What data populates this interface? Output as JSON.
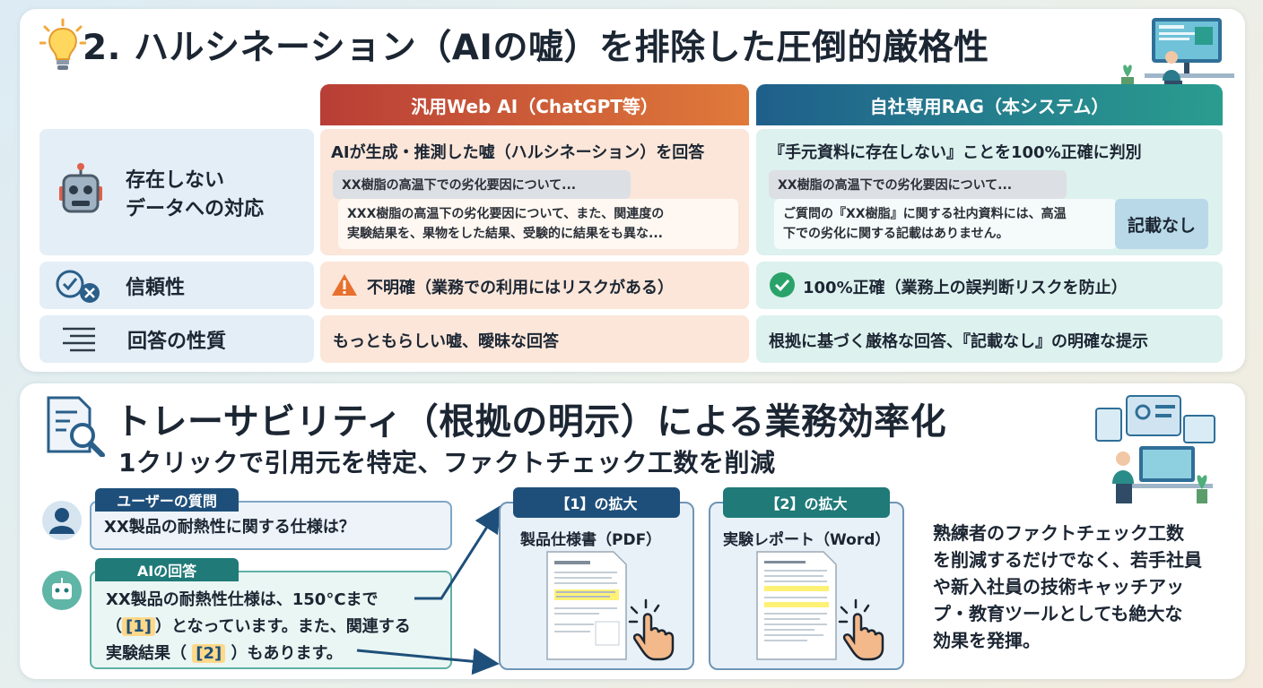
{
  "comparison": {
    "title": "2. ハルシネーション（AIの嘘）を排除した圧倒的厳格性",
    "col_web": "汎用Web AI（ChatGPT等）",
    "col_rag": "自社専用RAG（本システム）",
    "rows": [
      {
        "label_line1": "存在しない",
        "label_line2": "データへの対応",
        "web_text": "AIが生成・推測した嘘（ハルシネーション）を回答",
        "web_query": "XX樹脂の高温下での劣化要因について...",
        "web_answer_line1": "XXX樹脂の高温下の劣化要因について、また、関連度の",
        "web_answer_line2": "実験結果を、果物をした結果、受験的に結果をも異な...",
        "rag_text": "『手元資料に存在しない』ことを100%正確に判別",
        "rag_query": "XX樹脂の高温下での劣化要因について...",
        "rag_answer_line1": "ご質問の『XX樹脂』に関する社内資料には、高温",
        "rag_answer_line2": "下での劣化に関する記載はありません。",
        "rag_badge": "記載なし"
      },
      {
        "label": "信頼性",
        "web_text": "不明確（業務での利用にはリスクがある）",
        "rag_text": "100%正確（業務上の誤判断リスクを防止）"
      },
      {
        "label": "回答の性質",
        "web_text": "もっともらしい嘘、曖昧な回答",
        "rag_text": "根拠に基づく厳格な回答、『記載なし』の明確な提示"
      }
    ]
  },
  "traceability": {
    "title": "トレーサビリティ（根拠の明示）による業務効率化",
    "subtitle": "1クリックで引用元を特定、ファクトチェック工数を削減",
    "user_tag": "ユーザーの質問",
    "user_question": "XX製品の耐熱性に関する仕様は？",
    "ai_tag": "AIの回答",
    "ai_line1": "XX製品の耐熱性仕様は、150°Cまで",
    "ai_line2_pre": "（",
    "cite1": "[1]",
    "ai_line2_post": "）となっています。また、関連する",
    "ai_line3_pre": "実験結果（ ",
    "cite2": "[2]",
    "ai_line3_post": " ）もあります。",
    "zoom1_tag": "【1】の拡大",
    "zoom1_doc": "製品仕様書（PDF）",
    "zoom2_tag": "【2】の拡大",
    "zoom2_doc": "実験レポート（Word）",
    "note_lines": [
      "熟練者のファクトチェック工数",
      "を削減するだけでなく、若手社員",
      "や新入社員の技術キャッチアッ",
      "プ・教育ツールとしても絶大な",
      "効果を発揮。"
    ]
  },
  "colors": {
    "web_accent": "#c8533a",
    "rag_accent": "#1f6f8b",
    "navy": "#1e4f7a",
    "teal": "#1f7a78"
  }
}
